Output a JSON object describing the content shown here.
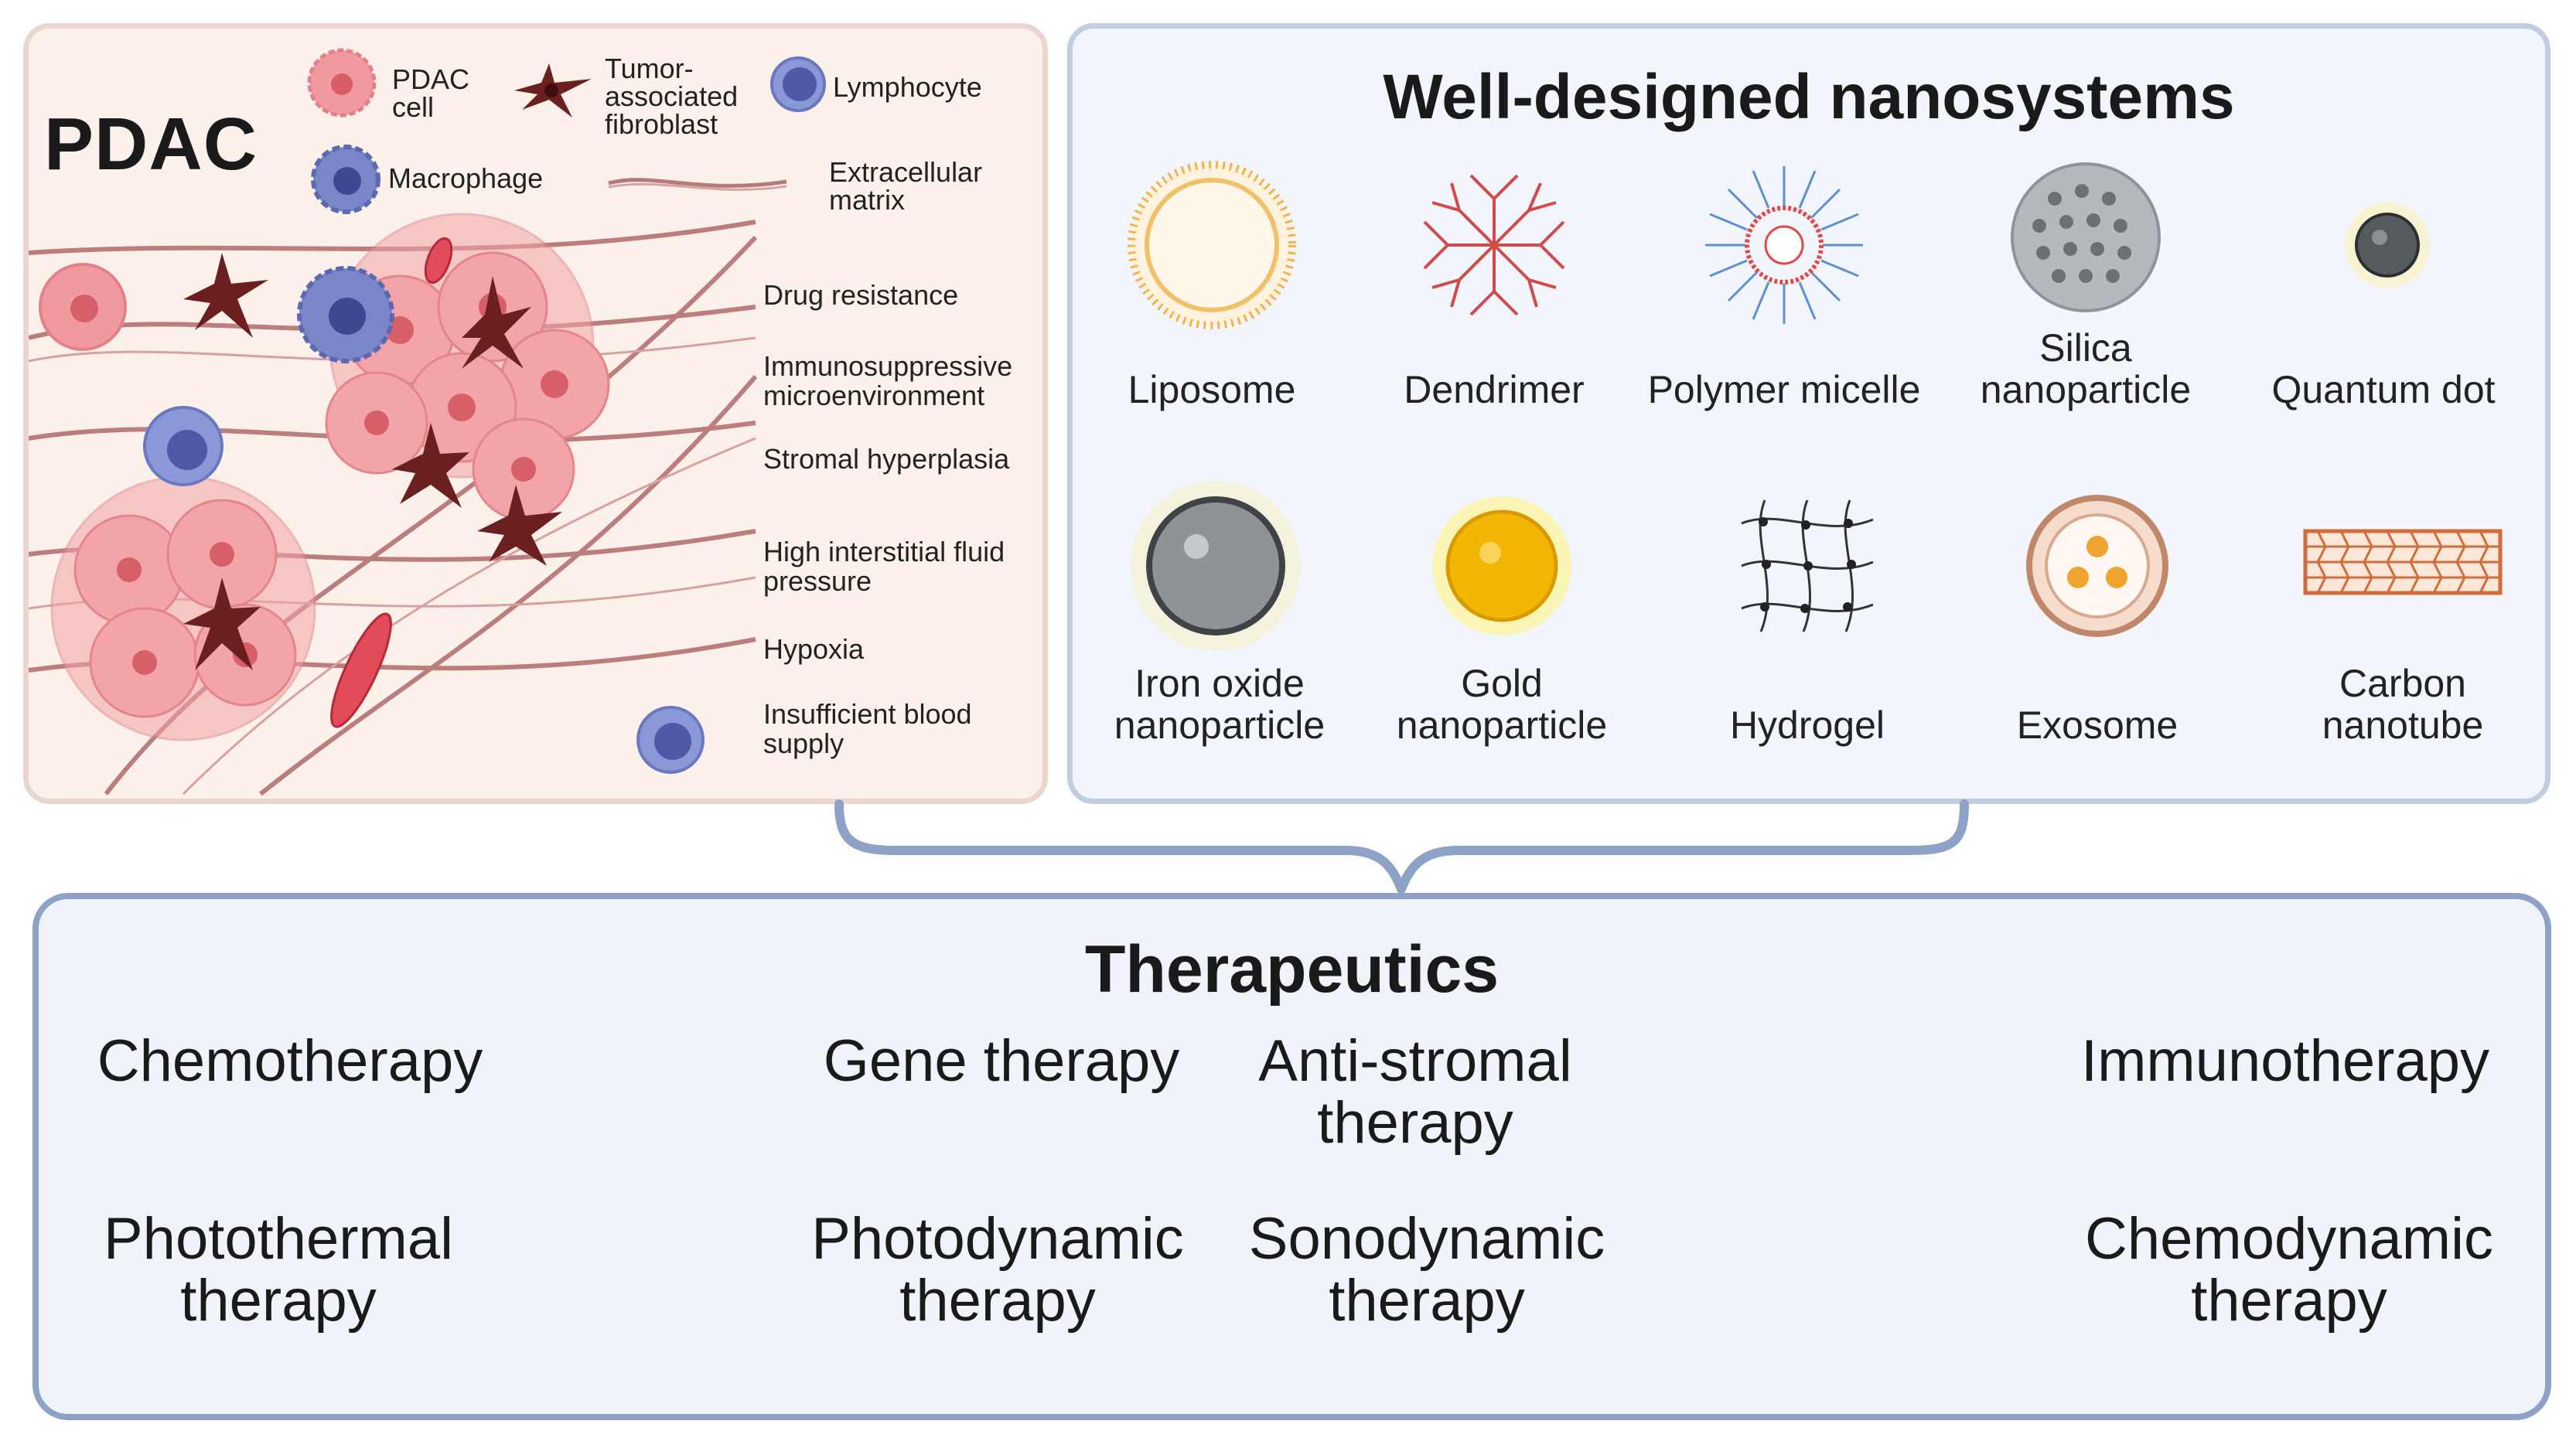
{
  "pdac": {
    "title": "PDAC",
    "legend": {
      "pdac_cell": "PDAC cell",
      "fibroblast": "Tumor-associated fibroblast",
      "lymphocyte": "Lymphocyte",
      "macrophage": "Macrophage",
      "ecm": "Extracellular matrix"
    },
    "features": [
      "Drug resistance",
      "Immunosuppressive microenvironment",
      "Stromal hyperplasia",
      "High interstitial fluid pressure",
      "Hypoxia",
      "Insufficient blood supply"
    ]
  },
  "nanosystems": {
    "title": "Well-designed nanosystems",
    "items": [
      {
        "label": "Liposome",
        "icon": "liposome-icon"
      },
      {
        "label": "Dendrimer",
        "icon": "dendrimer-icon"
      },
      {
        "label": "Polymer micelle",
        "icon": "polymer-micelle-icon"
      },
      {
        "label": "Silica nanoparticle",
        "icon": "silica-nanoparticle-icon"
      },
      {
        "label": "Quantum dot",
        "icon": "quantum-dot-icon"
      },
      {
        "label": "Iron oxide nanoparticle",
        "icon": "iron-oxide-icon"
      },
      {
        "label": "Gold nanoparticle",
        "icon": "gold-nanoparticle-icon"
      },
      {
        "label": "Hydrogel",
        "icon": "hydrogel-icon"
      },
      {
        "label": "Exosome",
        "icon": "exosome-icon"
      },
      {
        "label": "Carbon nanotube",
        "icon": "carbon-nanotube-icon"
      }
    ]
  },
  "therapeutics": {
    "title": "Therapeutics",
    "items": [
      "Chemotherapy",
      "Gene therapy",
      "Anti-stromal therapy",
      "Immunotherapy",
      "Photothermal therapy",
      "Photodynamic therapy",
      "Sonodynamic therapy",
      "Chemodynamic therapy"
    ]
  },
  "colors": {
    "panel_border": "#8ea2c8",
    "pdac_bg": "#fbf1ea",
    "tumor_pink": "#e8848a",
    "fibroblast": "#6b1f1f",
    "immune_blue": "#6a78c0",
    "gold": "#f2b705"
  }
}
